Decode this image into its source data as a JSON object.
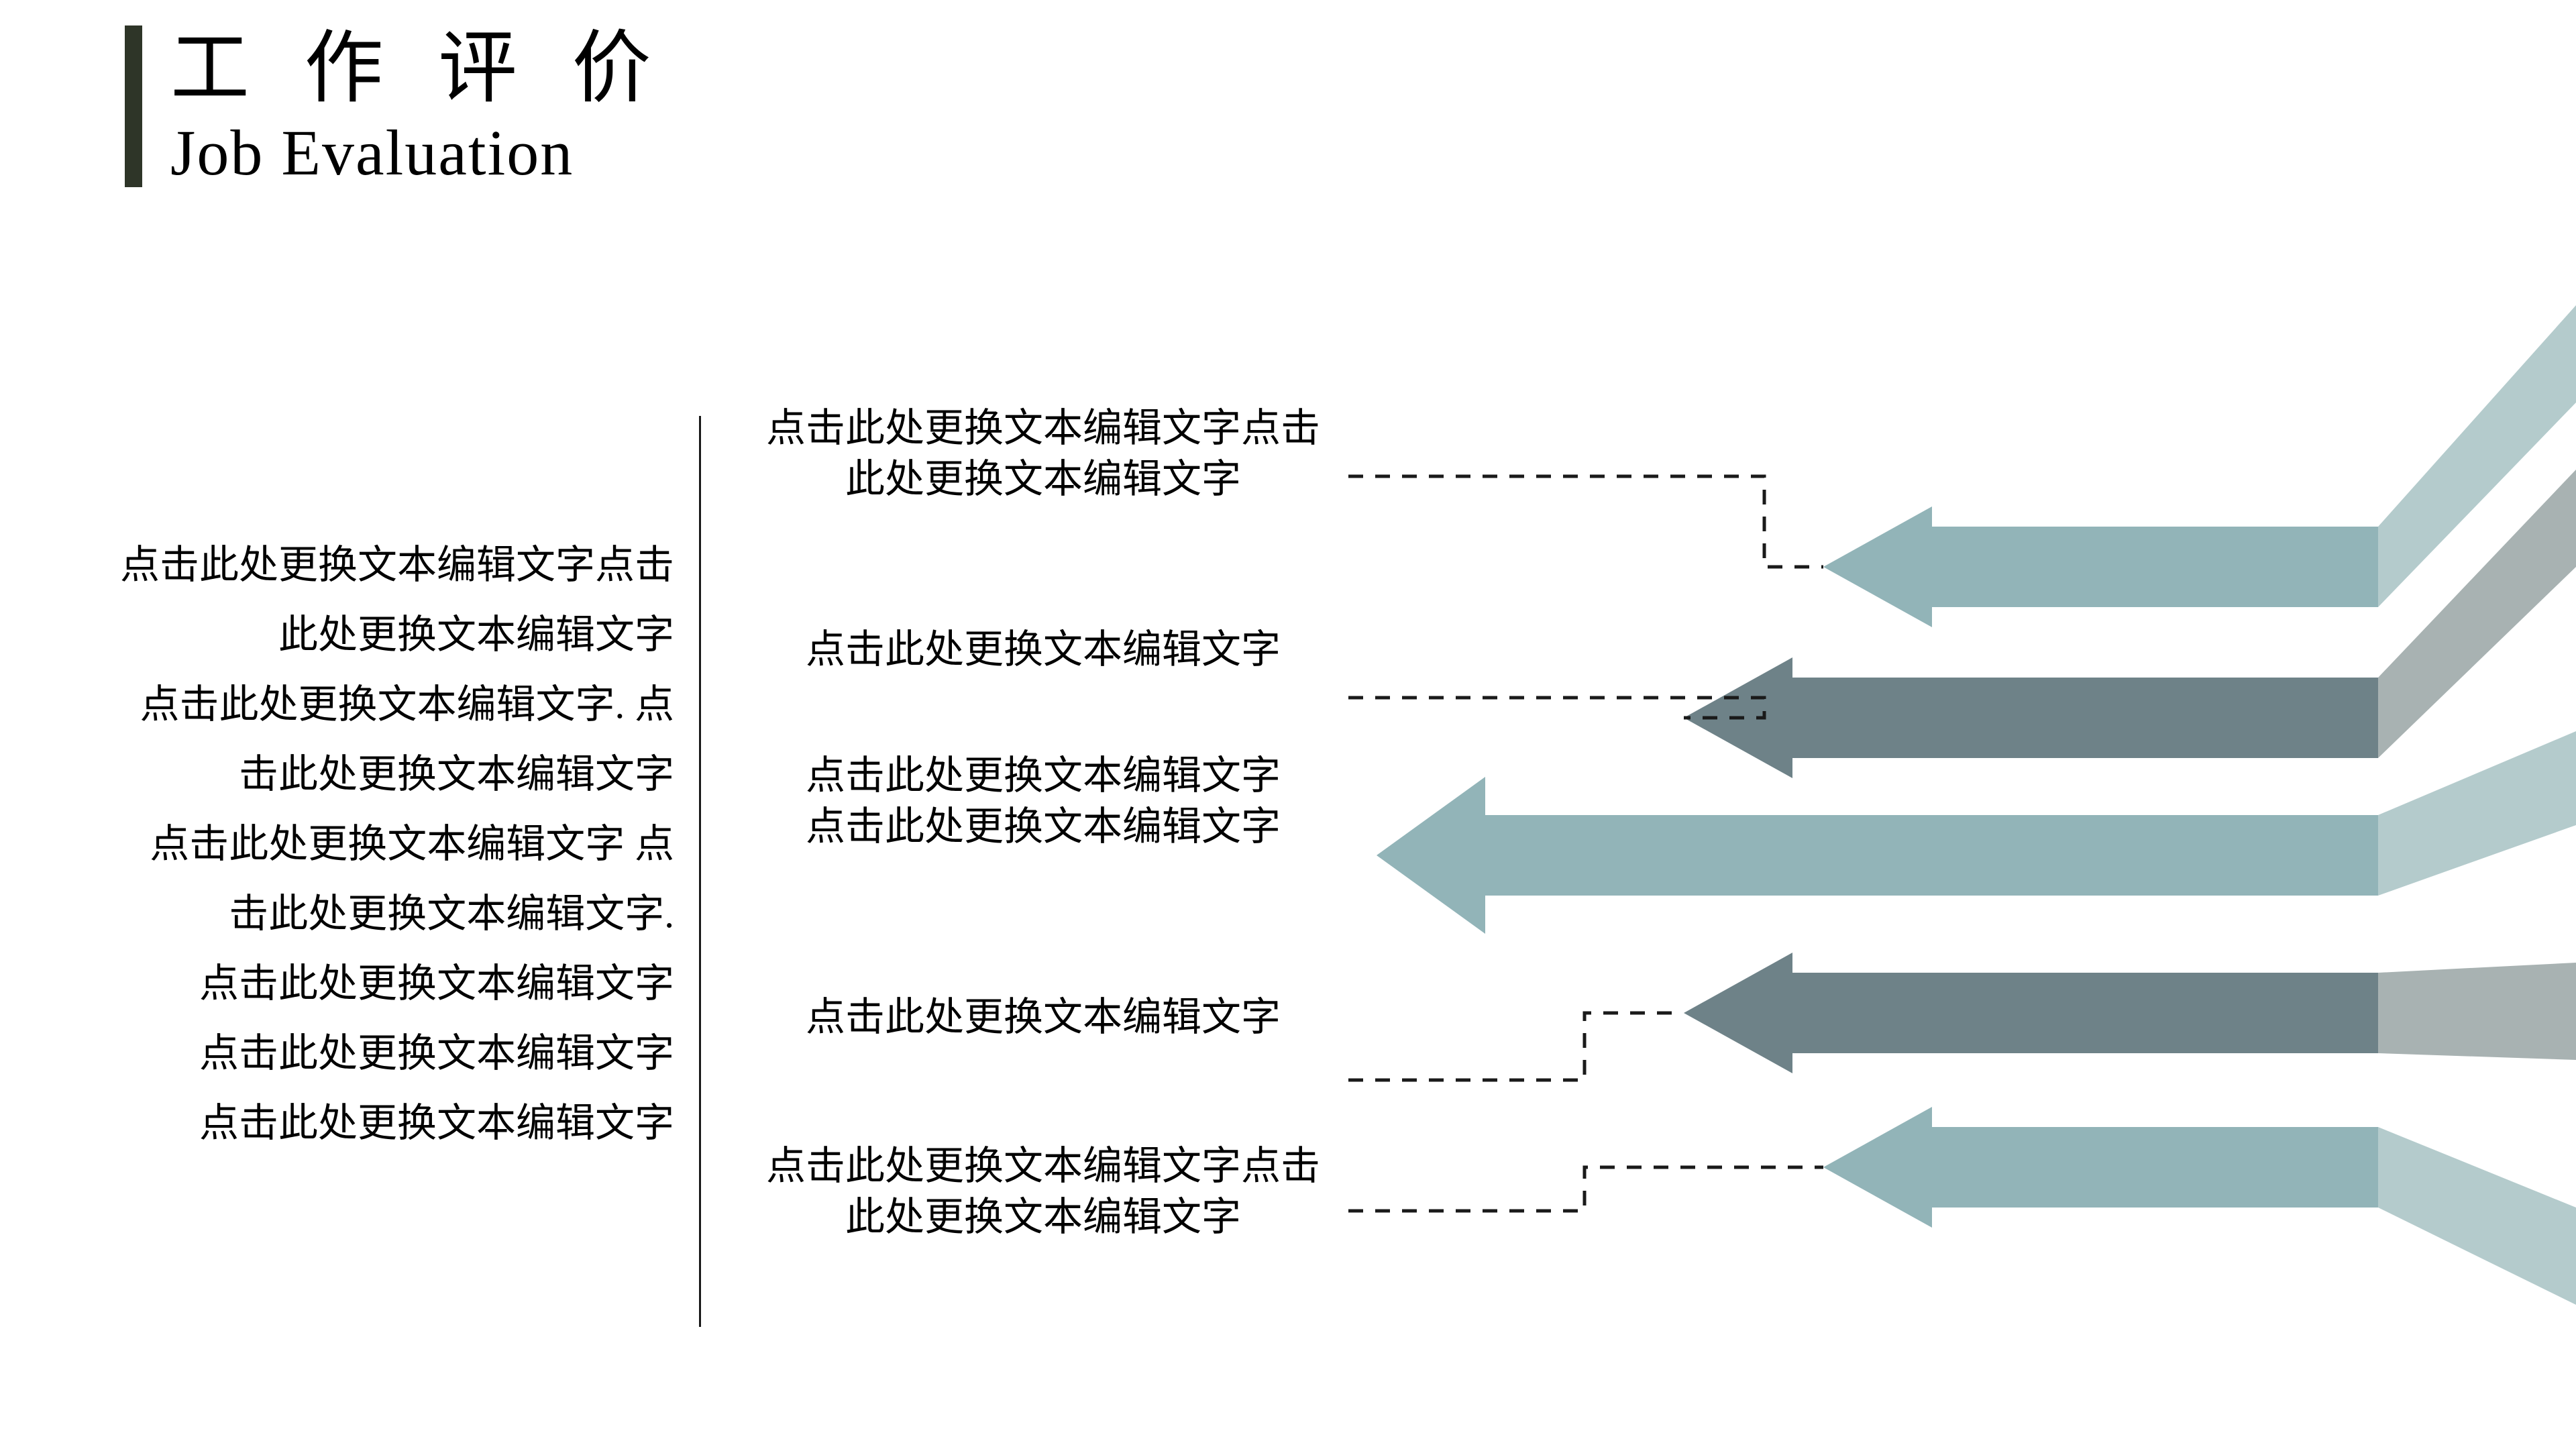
{
  "slide": {
    "background_color": "#ffffff",
    "title": {
      "chinese": "工 作 评 价",
      "english": "Job Evaluation",
      "accent_bar_color": "#2E3528"
    },
    "divider": {
      "color": "#1a1a1a"
    }
  },
  "left_column": {
    "lines": [
      "点击此处更换文本编辑文字点击",
      "此处更换文本编辑文字",
      "点击此处更换文本编辑文字. 点",
      "击此处更换文本编辑文字",
      "点击此处更换文本编辑文字  点",
      "击此处更换文本编辑文字.",
      "点击此处更换文本编辑文字",
      "点击此处更换文本编辑文字",
      "点击此处更换文本编辑文字"
    ]
  },
  "items": [
    {
      "label_lines": [
        "点击此处更换文本编辑文字点击",
        "此处更换文本编辑文字"
      ],
      "body_color": "#92B4B8",
      "tail_color": "#B4CBCC",
      "has_connector": true
    },
    {
      "label_lines": [
        "点击此处更换文本编辑文字"
      ],
      "body_color": "#6E8288",
      "tail_color": "#A8B2B2",
      "has_connector": true
    },
    {
      "label_lines": [
        "点击此处更换文本编辑文字",
        "点击此处更换文本编辑文字"
      ],
      "body_color": "#92B4B8",
      "tail_color": "#B4CBCC",
      "has_connector": false
    },
    {
      "label_lines": [
        "点击此处更换文本编辑文字"
      ],
      "body_color": "#6E8288",
      "tail_color": "#A8B2B2",
      "has_connector": true
    },
    {
      "label_lines": [
        "点击此处更换文本编辑文字点击",
        "此处更换文本编辑文字"
      ],
      "body_color": "#92B4B8",
      "tail_color": "#B4CBCC",
      "has_connector": true
    }
  ],
  "connector_style": {
    "color": "#1a1a1a",
    "dash": "22 18",
    "width": 5
  }
}
